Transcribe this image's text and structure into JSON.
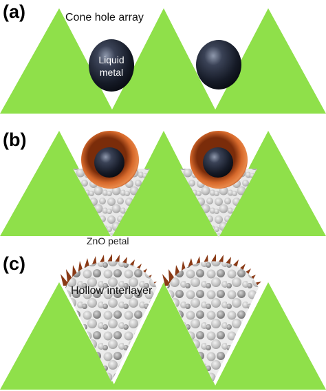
{
  "panels": [
    {
      "label": "(a)"
    },
    {
      "label": "(b)"
    },
    {
      "label": "(c)"
    }
  ],
  "annotations": {
    "cone_hole_array": "Cone hole array",
    "liquid_metal": [
      "Liquid",
      "metal"
    ],
    "zno_petal": "ZnO petal",
    "hollow_interlayer": "Hollow interlayer"
  },
  "colors": {
    "cone_green": "#8fe04a",
    "liquid_metal": "#1c2333",
    "copper_shell": "#c4571e",
    "zno_petal": "#8a3a16",
    "particles": "#c9c9c9"
  }
}
